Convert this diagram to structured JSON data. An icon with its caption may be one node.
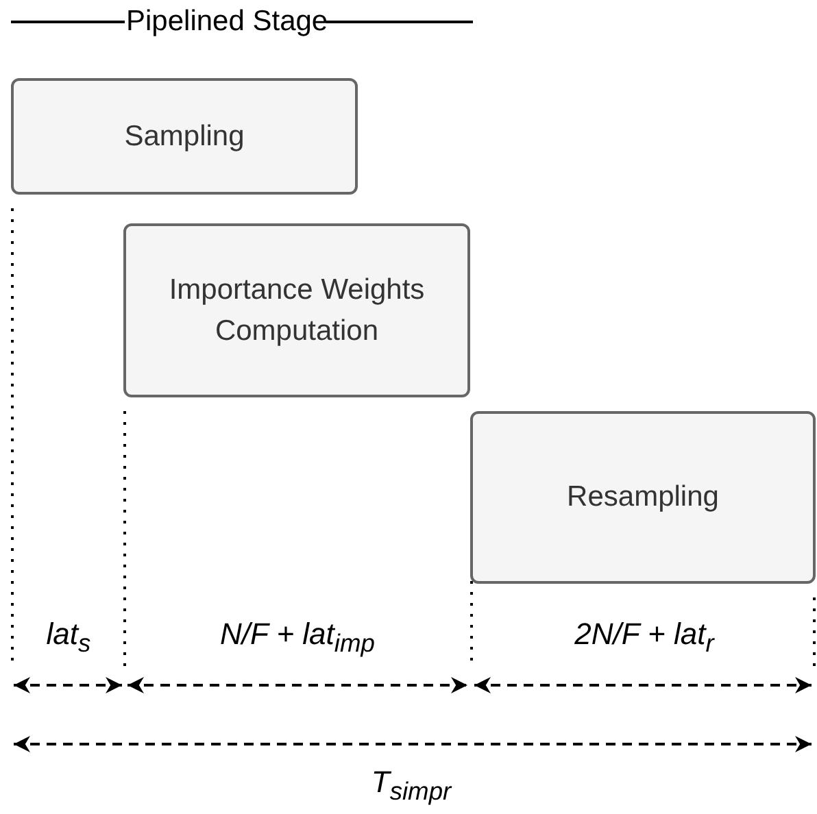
{
  "diagram": {
    "title": "Pipelined Stage",
    "nodes": [
      {
        "text": [
          "Sampling"
        ]
      },
      {
        "text": [
          "Importance Weights Computation"
        ]
      },
      {
        "text": [
          "Resampling"
        ]
      }
    ],
    "labels": [
      "lat$_{s}$",
      "N/F + lat$_{imp}$",
      "2N/F + lat$_{r}$",
      "T$_{simpr}$"
    ]
  }
}
